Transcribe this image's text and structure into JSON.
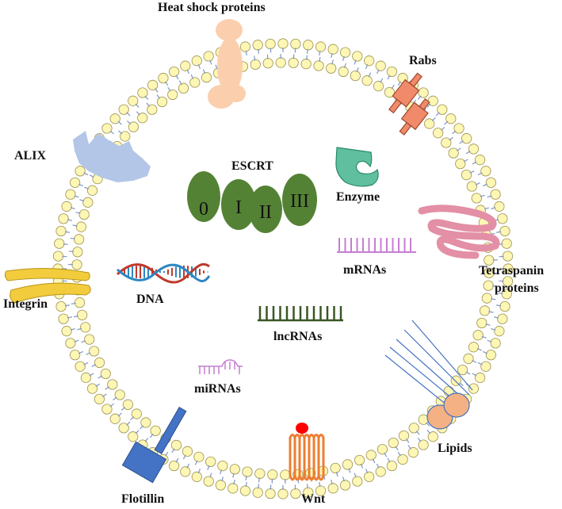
{
  "labels": {
    "heat_shock": "Heat shock proteins",
    "rabs": "Rabs",
    "alix": "ALIX",
    "escrt": "ESCRT",
    "enzyme": "Enzyme",
    "tetraspanin_line1": "Tetraspanin",
    "tetraspanin_line2": "proteins",
    "mrnas": "mRNAs",
    "dna": "DNA",
    "integrin": "Integrin",
    "lncrnas": "lncRNAs",
    "mirnas": "miRNAs",
    "lipids": "Lipids",
    "flotillin": "Flotillin",
    "wnt": "Wnt"
  },
  "escrt_subunits": [
    "0",
    "I",
    "II",
    "III"
  ],
  "colors": {
    "lipid_head": "#fdf6b4",
    "lipid_head_stroke": "#9a9050",
    "lipid_tail": "#7f97c4",
    "heat_shock": "#fbcfae",
    "rabs": "#f08a6a",
    "alix": "#b3c6e7",
    "escrt": "#548235",
    "enzyme": "#5fbf9f",
    "tetraspanin": "#e38fa6",
    "mrna": "#c57ed1",
    "lncrna": "#385723",
    "mirna": "#c57ed1",
    "integrin": "#f2cc3c",
    "lipids": "#f4b183",
    "flotillin": "#4472c4",
    "wnt": "#ed7d31",
    "wnt_ligand": "#ff0000",
    "dna_red": "#c0392b",
    "dna_blue": "#2e86c1"
  },
  "icons": [
    "heat-shock-protein-icon",
    "rab-protein-icon",
    "alix-protein-icon",
    "escrt-complex-icon",
    "enzyme-icon",
    "tetraspanin-icon",
    "mrna-icon",
    "dna-helix-icon",
    "integrin-icon",
    "lncrna-icon",
    "mirna-icon",
    "lipid-raft-icon",
    "flotillin-icon",
    "wnt-receptor-icon"
  ]
}
